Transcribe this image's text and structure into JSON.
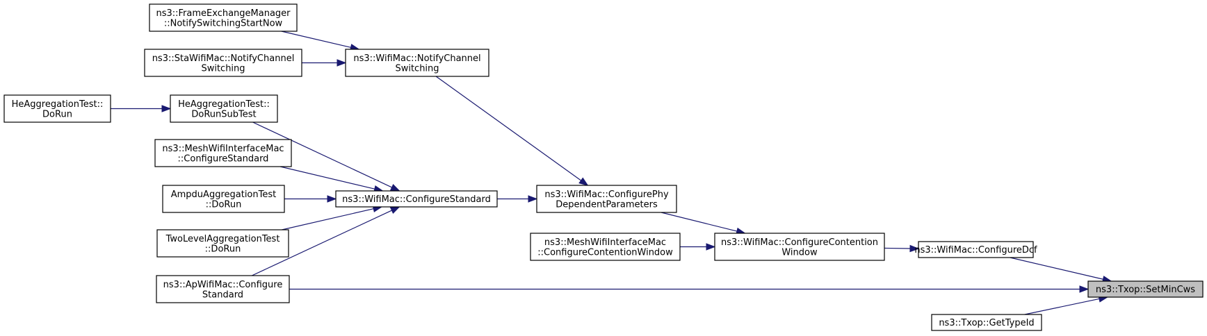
{
  "diagram": {
    "type": "caller-graph",
    "nodes": [
      {
        "id": "fem_notify",
        "lines": [
          "ns3::FrameExchangeManager",
          "::NotifySwitchingStartNow"
        ]
      },
      {
        "id": "sta_notify",
        "lines": [
          "ns3::StaWifiMac::NotifyChannel",
          "Switching"
        ]
      },
      {
        "id": "wifi_notify",
        "lines": [
          "ns3::WifiMac::NotifyChannel",
          "Switching"
        ]
      },
      {
        "id": "he_dorun",
        "lines": [
          "HeAggregationTest::",
          "DoRun"
        ]
      },
      {
        "id": "he_subtest",
        "lines": [
          "HeAggregationTest::",
          "DoRunSubTest"
        ]
      },
      {
        "id": "mesh_cfgstd",
        "lines": [
          "ns3::MeshWifiInterfaceMac",
          "::ConfigureStandard"
        ]
      },
      {
        "id": "ampdu_dorun",
        "lines": [
          "AmpduAggregationTest",
          "::DoRun"
        ]
      },
      {
        "id": "twolevel_dorun",
        "lines": [
          "TwoLevelAggregationTest",
          "::DoRun"
        ]
      },
      {
        "id": "ap_cfgstd",
        "lines": [
          "ns3::ApWifiMac::Configure",
          "Standard"
        ]
      },
      {
        "id": "wifi_cfgstd",
        "lines": [
          "ns3::WifiMac::ConfigureStandard"
        ]
      },
      {
        "id": "wifi_phydep",
        "lines": [
          "ns3::WifiMac::ConfigurePhy",
          "DependentParameters"
        ]
      },
      {
        "id": "mesh_cw",
        "lines": [
          "ns3::MeshWifiInterfaceMac",
          "::ConfigureContentionWindow"
        ]
      },
      {
        "id": "wifi_cw",
        "lines": [
          "ns3::WifiMac::ConfigureContention",
          "Window"
        ]
      },
      {
        "id": "wifi_dcf",
        "lines": [
          "ns3::WifiMac::ConfigureDcf"
        ]
      },
      {
        "id": "txop_setmincws",
        "lines": [
          "ns3::Txop::SetMinCws"
        ],
        "focus": true
      },
      {
        "id": "txop_typeid",
        "lines": [
          "ns3::Txop::GetTypeId"
        ]
      }
    ],
    "edges": [
      {
        "from": "fem_notify",
        "to": "wifi_notify"
      },
      {
        "from": "sta_notify",
        "to": "wifi_notify"
      },
      {
        "from": "wifi_notify",
        "to": "wifi_phydep"
      },
      {
        "from": "he_dorun",
        "to": "he_subtest"
      },
      {
        "from": "he_subtest",
        "to": "wifi_cfgstd"
      },
      {
        "from": "mesh_cfgstd",
        "to": "wifi_cfgstd"
      },
      {
        "from": "ampdu_dorun",
        "to": "wifi_cfgstd"
      },
      {
        "from": "twolevel_dorun",
        "to": "wifi_cfgstd"
      },
      {
        "from": "ap_cfgstd",
        "to": "wifi_cfgstd"
      },
      {
        "from": "wifi_cfgstd",
        "to": "wifi_phydep"
      },
      {
        "from": "wifi_phydep",
        "to": "wifi_cw"
      },
      {
        "from": "mesh_cw",
        "to": "wifi_cw"
      },
      {
        "from": "wifi_cw",
        "to": "wifi_dcf"
      },
      {
        "from": "wifi_dcf",
        "to": "txop_setmincws"
      },
      {
        "from": "ap_cfgstd",
        "to": "txop_setmincws"
      },
      {
        "from": "txop_typeid",
        "to": "txop_setmincws"
      }
    ]
  }
}
